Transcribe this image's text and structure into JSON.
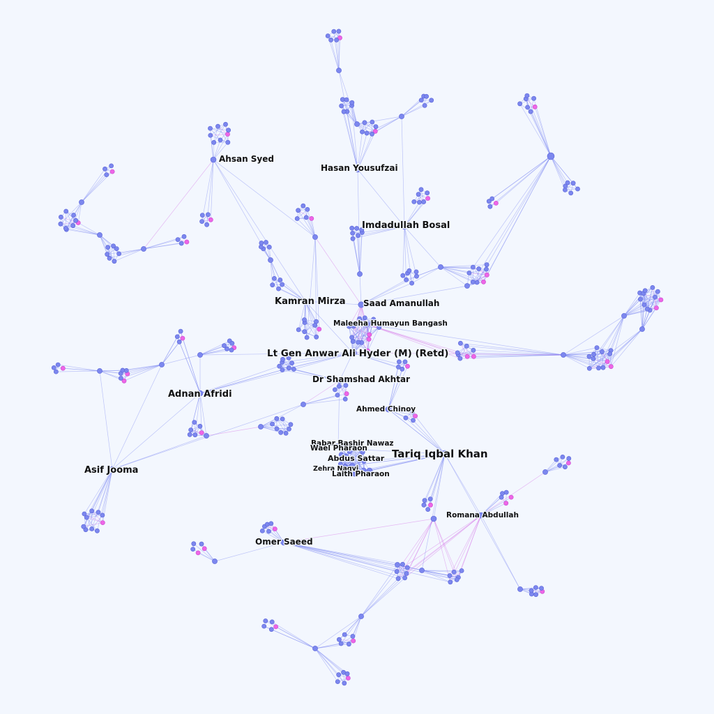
{
  "colors": {
    "background": "#f3f7fe",
    "node": "#7c87ee",
    "node_stroke": "#5a64d8",
    "accent_node": "#ee66e6",
    "edge": "#6f7bf0",
    "edge_accent": "#d36be6"
  },
  "network": {
    "labels": {
      "ahsan_syed": "Ahsan Syed",
      "hasan_yousufzai": "Hasan Yousufzai",
      "imdadullah_bosal": "Imdadullah Bosal",
      "kamran_mirza": "Kamran Mirza",
      "saad_amanullah": "Saad Amanullah",
      "maleeha_bangash": "Maleeha Humayun Bangash",
      "anwar_hyder": "Lt Gen Anwar Ali Hyder (M) (Retd)",
      "shamshad_akhtar": "Dr Shamshad Akhtar",
      "adnan_afridi": "Adnan Afridi",
      "ahmed_chinoy": "Ahmed Chinoy",
      "babar_nawaz": "Babar Bashir Nawaz",
      "wael_pharaon": "Wael Pharaon",
      "tariq_khan": "Tariq Iqbal Khan",
      "abdus_sattar": "Abdus Sattar",
      "zehra_naqvi": "Zehra Naqvi",
      "laith_pharaon": "Laith Pharaon",
      "asif_jooma": "Asif Jooma",
      "romana_abdullah": "Romana Abdullah",
      "omer_saeed": "Omer Saeed"
    }
  }
}
